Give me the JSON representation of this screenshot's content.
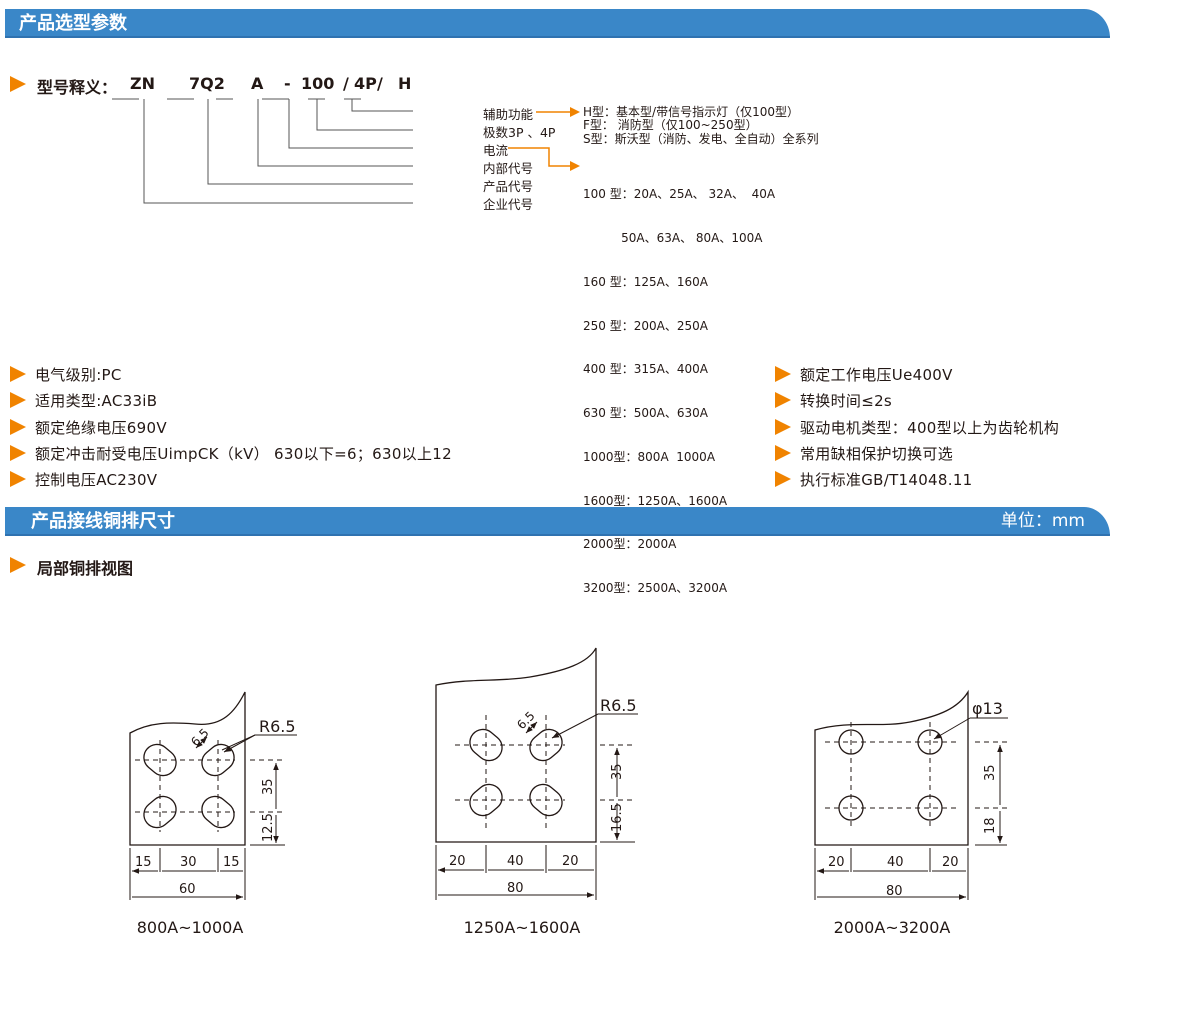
{
  "banner1": {
    "title": "产品选型参数"
  },
  "model": {
    "label": "型号释义：",
    "parts": [
      "ZN",
      "7Q2",
      "A",
      "-",
      "100",
      "/",
      "4P",
      "/",
      "H"
    ],
    "meanings": [
      "辅助功能",
      "极数3P 、4P",
      "电流",
      "内部代号",
      "产品代号",
      "企业代号"
    ],
    "functions": [
      "H型：基本型/带信号指示灯（仅100型）",
      "F型： 消防型（仅100~250型）",
      "S型：斯沃型（消防、发电、全自动）全系列"
    ],
    "currents": [
      "100 型：20A、25A、 32A、  40A",
      "          50A、63A、 80A、100A",
      "160 型：125A、160A",
      "250 型：200A、250A",
      "400 型：315A、400A",
      "630 型：500A、630A",
      "1000型：800A  1000A",
      "1600型：1250A、1600A",
      "2000型：2000A",
      "3200型：2500A、3200A"
    ]
  },
  "specs_left": [
    "电气级别:PC",
    "适用类型:AC33iB",
    "额定绝缘电压690V",
    "额定冲击耐受电压UimpCK（kV） 630以下=6；630以上12",
    "控制电压AC230V"
  ],
  "specs_right": [
    "额定工作电压Ue400V",
    "转换时间≤2s",
    "驱动电机类型：400型以上为齿轮机构",
    "常用缺相保护切换可选",
    "执行标准GB/T14048.11"
  ],
  "banner2": {
    "title": "产品接线铜排尺寸",
    "unit": "单位：mm"
  },
  "section": {
    "title": "局部铜排视图"
  },
  "drawings": [
    {
      "caption": "800A~1000A",
      "radius": "R6.5",
      "slot": "6.5",
      "v": [
        "35",
        "12.5"
      ],
      "h": [
        "15",
        "30",
        "15"
      ],
      "total": "60"
    },
    {
      "caption": "1250A~1600A",
      "radius": "R6.5",
      "slot": "6.5",
      "v": [
        "35",
        "16.5"
      ],
      "h": [
        "20",
        "40",
        "20"
      ],
      "total": "80"
    },
    {
      "caption": "2000A~3200A",
      "radius": "φ13",
      "v": [
        "35",
        "18"
      ],
      "h": [
        "20",
        "40",
        "20"
      ],
      "total": "80"
    }
  ],
  "colors": {
    "banner": "#3a87c8",
    "accent": "#f08300"
  }
}
